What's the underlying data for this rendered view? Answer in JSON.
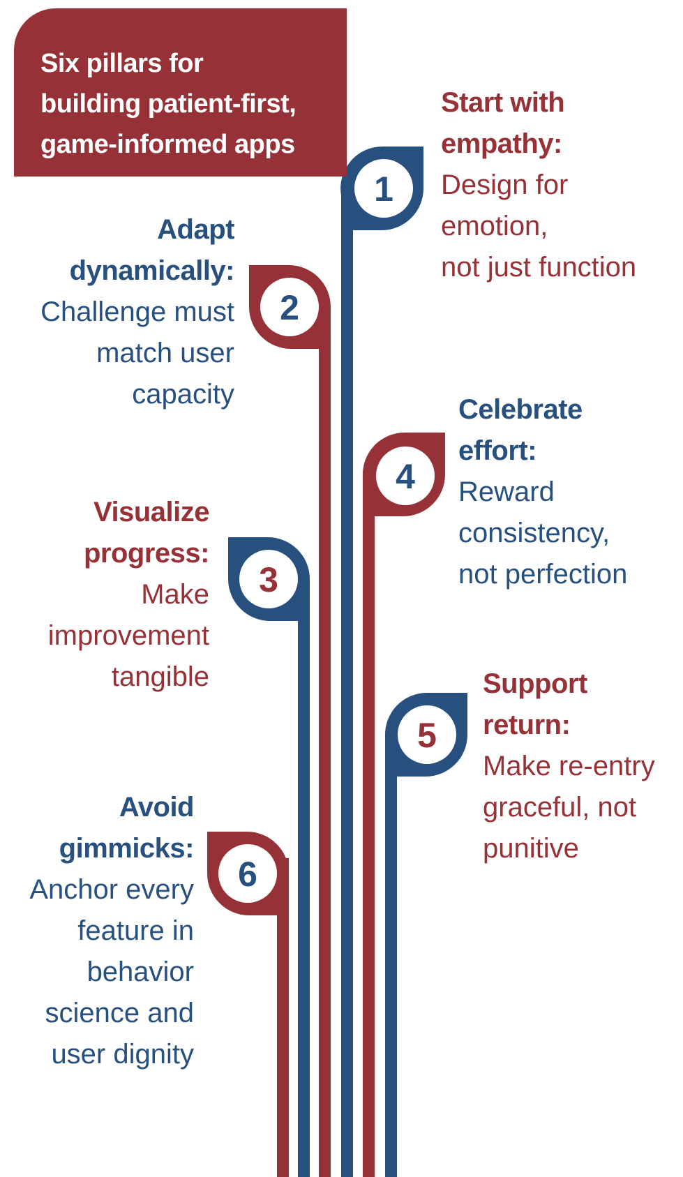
{
  "title_lines": [
    "Six pillars for",
    "building patient-first,",
    "game-informed apps"
  ],
  "colors": {
    "red": "#963237",
    "blue": "#27507e",
    "background": "#ffffff"
  },
  "pillars": [
    {
      "number": "1",
      "heading_lines": [
        "Start with",
        "empathy:"
      ],
      "body_lines": [
        "Design for",
        "emotion,",
        "not just function"
      ],
      "color": "#963237",
      "badge_color": "#27507e"
    },
    {
      "number": "2",
      "heading_lines": [
        "Adapt",
        "dynamically:"
      ],
      "body_lines": [
        "Challenge must",
        "match user",
        "capacity"
      ],
      "color": "#27507e",
      "badge_color": "#963237"
    },
    {
      "number": "3",
      "heading_lines": [
        "Visualize",
        "progress:"
      ],
      "body_lines": [
        "Make",
        "improvement",
        "tangible"
      ],
      "color": "#963237",
      "badge_color": "#27507e"
    },
    {
      "number": "4",
      "heading_lines": [
        "Celebrate",
        "effort:"
      ],
      "body_lines": [
        "Reward",
        "consistency,",
        "not perfection"
      ],
      "color": "#27507e",
      "badge_color": "#963237"
    },
    {
      "number": "5",
      "heading_lines": [
        "Support",
        "return:"
      ],
      "body_lines": [
        "Make re-entry",
        "graceful, not",
        "punitive"
      ],
      "color": "#963237",
      "badge_color": "#27507e"
    },
    {
      "number": "6",
      "heading_lines": [
        "Avoid",
        "gimmicks:"
      ],
      "body_lines": [
        "Anchor every",
        "feature in",
        "behavior",
        "science and",
        "user dignity"
      ],
      "color": "#27507e",
      "badge_color": "#963237"
    }
  ]
}
